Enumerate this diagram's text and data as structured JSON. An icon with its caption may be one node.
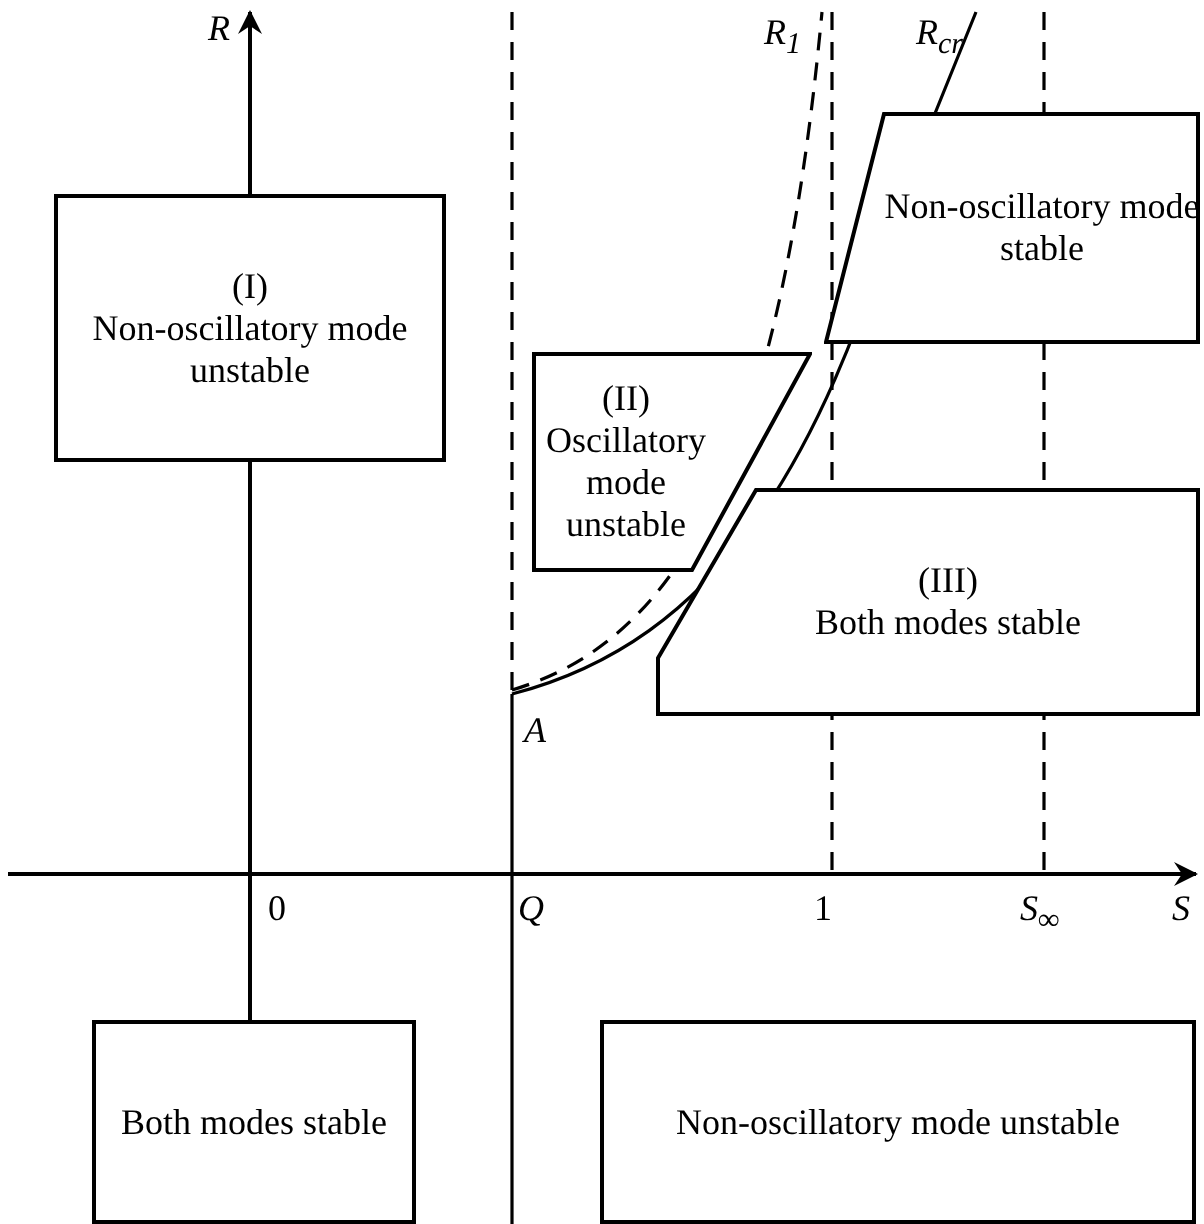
{
  "diagram": {
    "nodes": [
      {
        "text": [
          "(I)",
          "Non-oscillatory mode unstable"
        ]
      },
      {
        "text": [
          "Non-oscillatory mode stable"
        ]
      },
      {
        "text": [
          "(II)",
          "Oscillatory mode unstable"
        ]
      },
      {
        "text": [
          "(III)",
          "Both modes stable"
        ]
      },
      {
        "text": [
          "Both modes stable"
        ]
      },
      {
        "text": [
          "Non-oscillatory mode unstable"
        ]
      }
    ],
    "edges": [],
    "labels": [
      "R",
      "R$_{1}$",
      "R$_{cr}$",
      "A",
      "0",
      "Q",
      "1",
      "S$_{∞}$",
      "S"
    ]
  }
}
